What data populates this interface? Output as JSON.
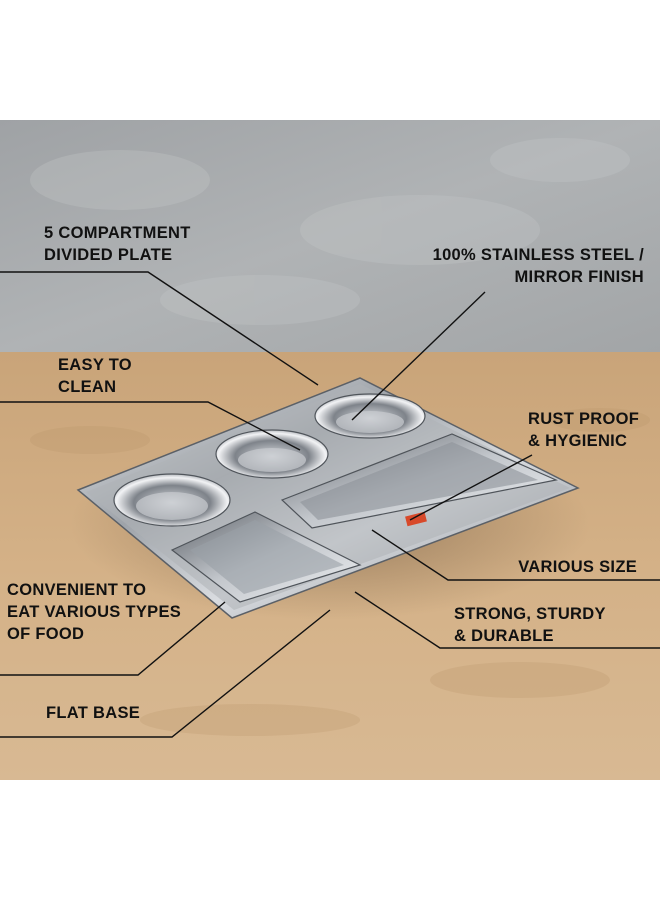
{
  "callouts": {
    "compartment": "5 COMPARTMENT\nDIVIDED PLATE",
    "steel": "100% STAINLESS STEEL /\nMIRROR FINISH",
    "clean": "EASY TO\nCLEAN",
    "rust": "RUST PROOF\n& HYGIENIC",
    "size": "VARIOUS SIZE",
    "convenient": "CONVENIENT TO\nEAT VARIOUS TYPES\nOF FOOD",
    "strong": "STRONG, STURDY\n& DURABLE",
    "base": "FLAT BASE"
  },
  "colors": {
    "wall": "#a3a6a8",
    "table": "#d1ad82",
    "steel": "#c9ccd0",
    "label_text": "#111111",
    "sticker": "#d8492a"
  }
}
